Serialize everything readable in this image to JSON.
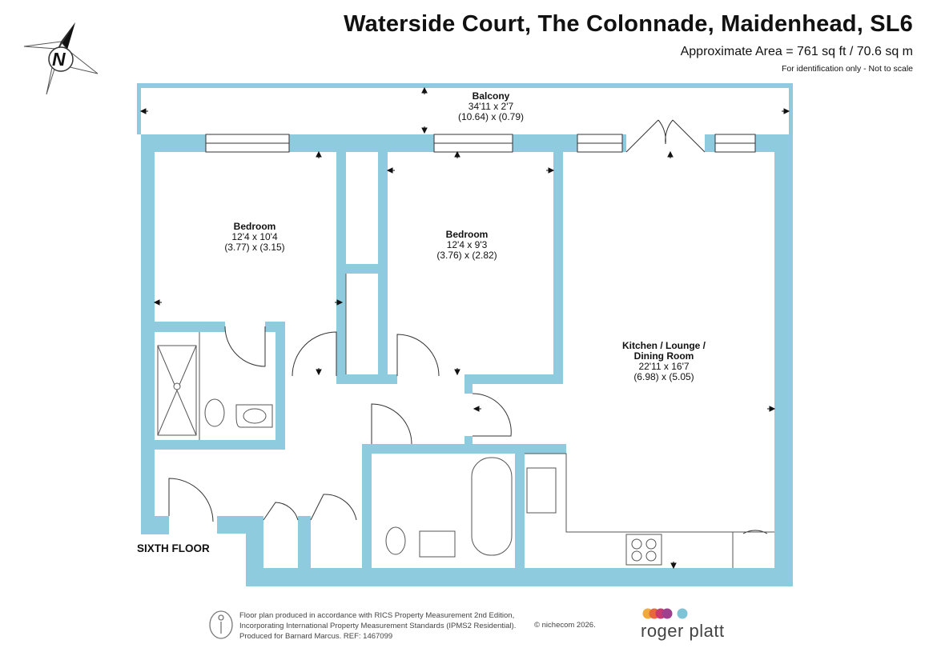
{
  "header": {
    "title": "Waterside Court, The Colonnade, Maidenhead, SL6",
    "area": "Approximate Area = 761 sq ft / 70.6 sq m",
    "note": "For identification only - Not to scale"
  },
  "compass": {
    "label": "N",
    "icon": "north-compass-icon"
  },
  "rooms": [
    {
      "name": "Balcony",
      "size_imperial": "34'11 x 2'7",
      "size_metric": "(10.64) x (0.79)"
    },
    {
      "name": "Bedroom",
      "size_imperial": "12'4 x 10'4",
      "size_metric": "(3.77) x (3.15)"
    },
    {
      "name": "Bedroom",
      "size_imperial": "12'4 x 9'3",
      "size_metric": "(3.76) x (2.82)"
    },
    {
      "name_line1": "Kitchen / Lounge /",
      "name_line2": "Dining Room",
      "size_imperial": "22'11 x 16'7",
      "size_metric": "(6.98) x (5.05)"
    }
  ],
  "floor_label": "SIXTH FLOOR",
  "footer": {
    "line1": "Floor plan produced in accordance with RICS Property Measurement 2nd Edition,",
    "line2": "Incorporating International Property Measurement Standards (IPMS2 Residential).",
    "line3": "Produced for Barnard Marcus.   REF:  1467099",
    "copyright": "© nichecom 2026."
  },
  "brand": {
    "name": "roger platt",
    "dot_colors": [
      "#f2a93b",
      "#e6683c",
      "#c93a73",
      "#9f3f8e",
      "#7ec3d6"
    ]
  },
  "colors": {
    "wall": "#8ecbdf",
    "line": "#333333"
  }
}
